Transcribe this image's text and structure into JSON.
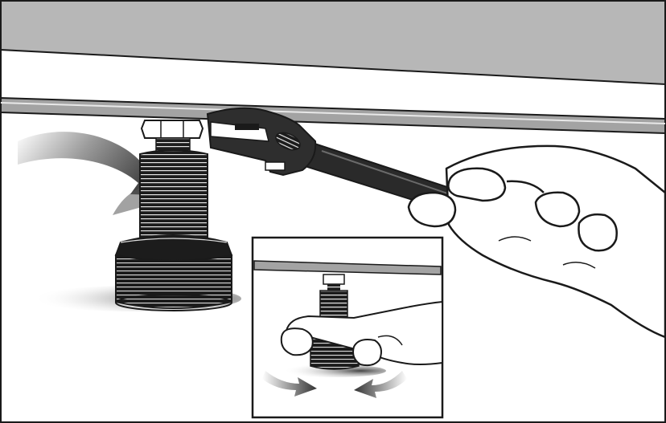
{
  "figure": {
    "kind": "technical-illustration",
    "subject": "adjusting-levelling-foot-with-wrench",
    "colors": {
      "outline": "#1a1a1a",
      "appliance_base": "#b9b9b9",
      "appliance_rail": "#9e9e9e",
      "foot_body": "#1c1c1c",
      "thread_highlight": "#e8e8e8",
      "wrench": "#2a2a2a",
      "skin": "#ffffff",
      "shadow": "#555555",
      "arrow_gradient_start": "#ffffff",
      "arrow_gradient_end": "#3a3a3a"
    },
    "icons": [
      "curved-arrow-clockwise",
      "wrench",
      "hand",
      "levelling-foot",
      "rotation-arrows"
    ]
  }
}
